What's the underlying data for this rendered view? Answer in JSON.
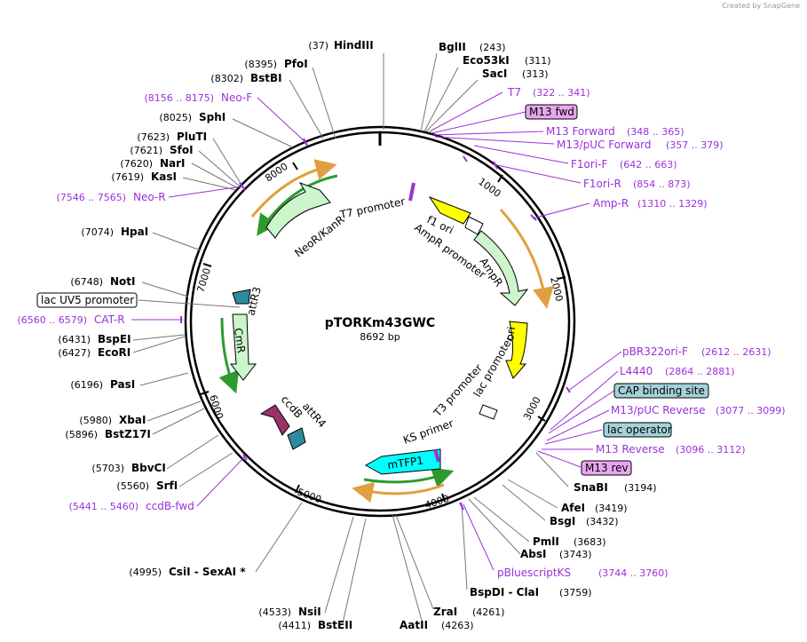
{
  "credit": "Created by SnapGene",
  "plasmid": {
    "name": "pTORKm43GWC",
    "size": "8692 bp",
    "length": 8692
  },
  "ticks": [
    "1000",
    "2000",
    "3000",
    "4000",
    "5000",
    "6000",
    "7000",
    "8000"
  ],
  "features": [
    {
      "name": "T7 promoter",
      "color": "#cccccc"
    },
    {
      "name": "f1 ori",
      "color": "#ffff00"
    },
    {
      "name": "AmpR promoter",
      "color": "#ffffff"
    },
    {
      "name": "AmpR",
      "color": "#ccf5cc"
    },
    {
      "name": "ori",
      "color": "#ffff00"
    },
    {
      "name": "lac promoter",
      "color": "#ffffff"
    },
    {
      "name": "T3 promoter",
      "color": "#ffffff"
    },
    {
      "name": "KS primer",
      "color": "#ffffff"
    },
    {
      "name": "mTFP1",
      "color": "#00ffff"
    },
    {
      "name": "ccdB",
      "color": "#993366"
    },
    {
      "name": "attR4",
      "color": "#2e8b9e"
    },
    {
      "name": "CmR",
      "color": "#ccf5cc"
    },
    {
      "name": "attR3",
      "color": "#2e8b9e"
    },
    {
      "name": "NeoR/KanR",
      "color": "#ccf5cc"
    }
  ],
  "right_labels": [
    {
      "name": "BglII",
      "pos": "(243)"
    },
    {
      "name": "Eco53kI",
      "pos": "(311)"
    },
    {
      "name": "SacI",
      "pos": "(313)"
    },
    {
      "name": "T7",
      "pos": "(322 .. 341)",
      "primer": true
    },
    {
      "name": "M13 fwd",
      "boxed": "purple"
    },
    {
      "name": "M13 Forward",
      "pos": "(348 .. 365)",
      "primer": true
    },
    {
      "name": "M13/pUC Forward",
      "pos": "(357 .. 379)",
      "primer": true
    },
    {
      "name": "F1ori-F",
      "pos": "(642 .. 663)",
      "primer": true
    },
    {
      "name": "F1ori-R",
      "pos": "(854 .. 873)",
      "primer": true
    },
    {
      "name": "Amp-R",
      "pos": "(1310 .. 1329)",
      "primer": true
    },
    {
      "name": "pBR322ori-F",
      "pos": "(2612 .. 2631)",
      "primer": true
    },
    {
      "name": "L4440",
      "pos": "(2864 .. 2881)",
      "primer": true
    },
    {
      "name": "CAP binding site",
      "boxed": "teal"
    },
    {
      "name": "M13/pUC Reverse",
      "pos": "(3077 .. 3099)",
      "primer": true
    },
    {
      "name": "lac operator",
      "boxed": "teal"
    },
    {
      "name": "M13 Reverse",
      "pos": "(3096 .. 3112)",
      "primer": true
    },
    {
      "name": "M13 rev",
      "boxed": "purple"
    },
    {
      "name": "SnaBI",
      "pos": "(3194)"
    },
    {
      "name": "AfeI",
      "pos": "(3419)"
    },
    {
      "name": "BsgI",
      "pos": "(3432)"
    },
    {
      "name": "PmlI",
      "pos": "(3683)"
    },
    {
      "name": "AbsI",
      "pos": "(3743)"
    },
    {
      "name": "pBluescriptKS",
      "pos": "(3744 .. 3760)",
      "primer": true
    },
    {
      "name": "BspDI - ClaI",
      "pos": "(3759)"
    },
    {
      "name": "ZraI",
      "pos": "(4261)"
    },
    {
      "name": "AatII",
      "pos": "(4263)"
    }
  ],
  "left_labels": [
    {
      "name": "HindIII",
      "pos": "(37)"
    },
    {
      "name": "PfoI",
      "pos": "(8395)"
    },
    {
      "name": "BstBI",
      "pos": "(8302)"
    },
    {
      "name": "Neo-F",
      "pos": "(8156 .. 8175)",
      "primer": true
    },
    {
      "name": "SphI",
      "pos": "(8025)"
    },
    {
      "name": "PluTI",
      "pos": "(7623)"
    },
    {
      "name": "SfoI",
      "pos": "(7621)"
    },
    {
      "name": "NarI",
      "pos": "(7620)"
    },
    {
      "name": "KasI",
      "pos": "(7619)"
    },
    {
      "name": "Neo-R",
      "pos": "(7546 .. 7565)",
      "primer": true
    },
    {
      "name": "HpaI",
      "pos": "(7074)"
    },
    {
      "name": "NotI",
      "pos": "(6748)"
    },
    {
      "name": "lac UV5 promoter",
      "boxed": "white"
    },
    {
      "name": "CAT-R",
      "pos": "(6560 .. 6579)",
      "primer": true
    },
    {
      "name": "BspEI",
      "pos": "(6431)"
    },
    {
      "name": "EcoRI",
      "pos": "(6427)"
    },
    {
      "name": "PasI",
      "pos": "(6196)"
    },
    {
      "name": "XbaI",
      "pos": "(5980)"
    },
    {
      "name": "BstZ17I",
      "pos": "(5896)"
    },
    {
      "name": "BbvCI",
      "pos": "(5703)"
    },
    {
      "name": "SrfI",
      "pos": "(5560)"
    },
    {
      "name": "ccdB-fwd",
      "pos": "(5441 .. 5460)",
      "primer": true
    },
    {
      "name": "CsiI - SexAI *",
      "pos": "(4995)"
    },
    {
      "name": "NsiI",
      "pos": "(4533)"
    },
    {
      "name": "BstEII",
      "pos": "(4411)"
    }
  ],
  "colors": {
    "primer": "#9b30d9",
    "primer_box": "#e8a6f0",
    "teal_box": "#a3d2d8",
    "orf_arrow": "#e0a040",
    "orf_green": "#2e9a2e"
  }
}
